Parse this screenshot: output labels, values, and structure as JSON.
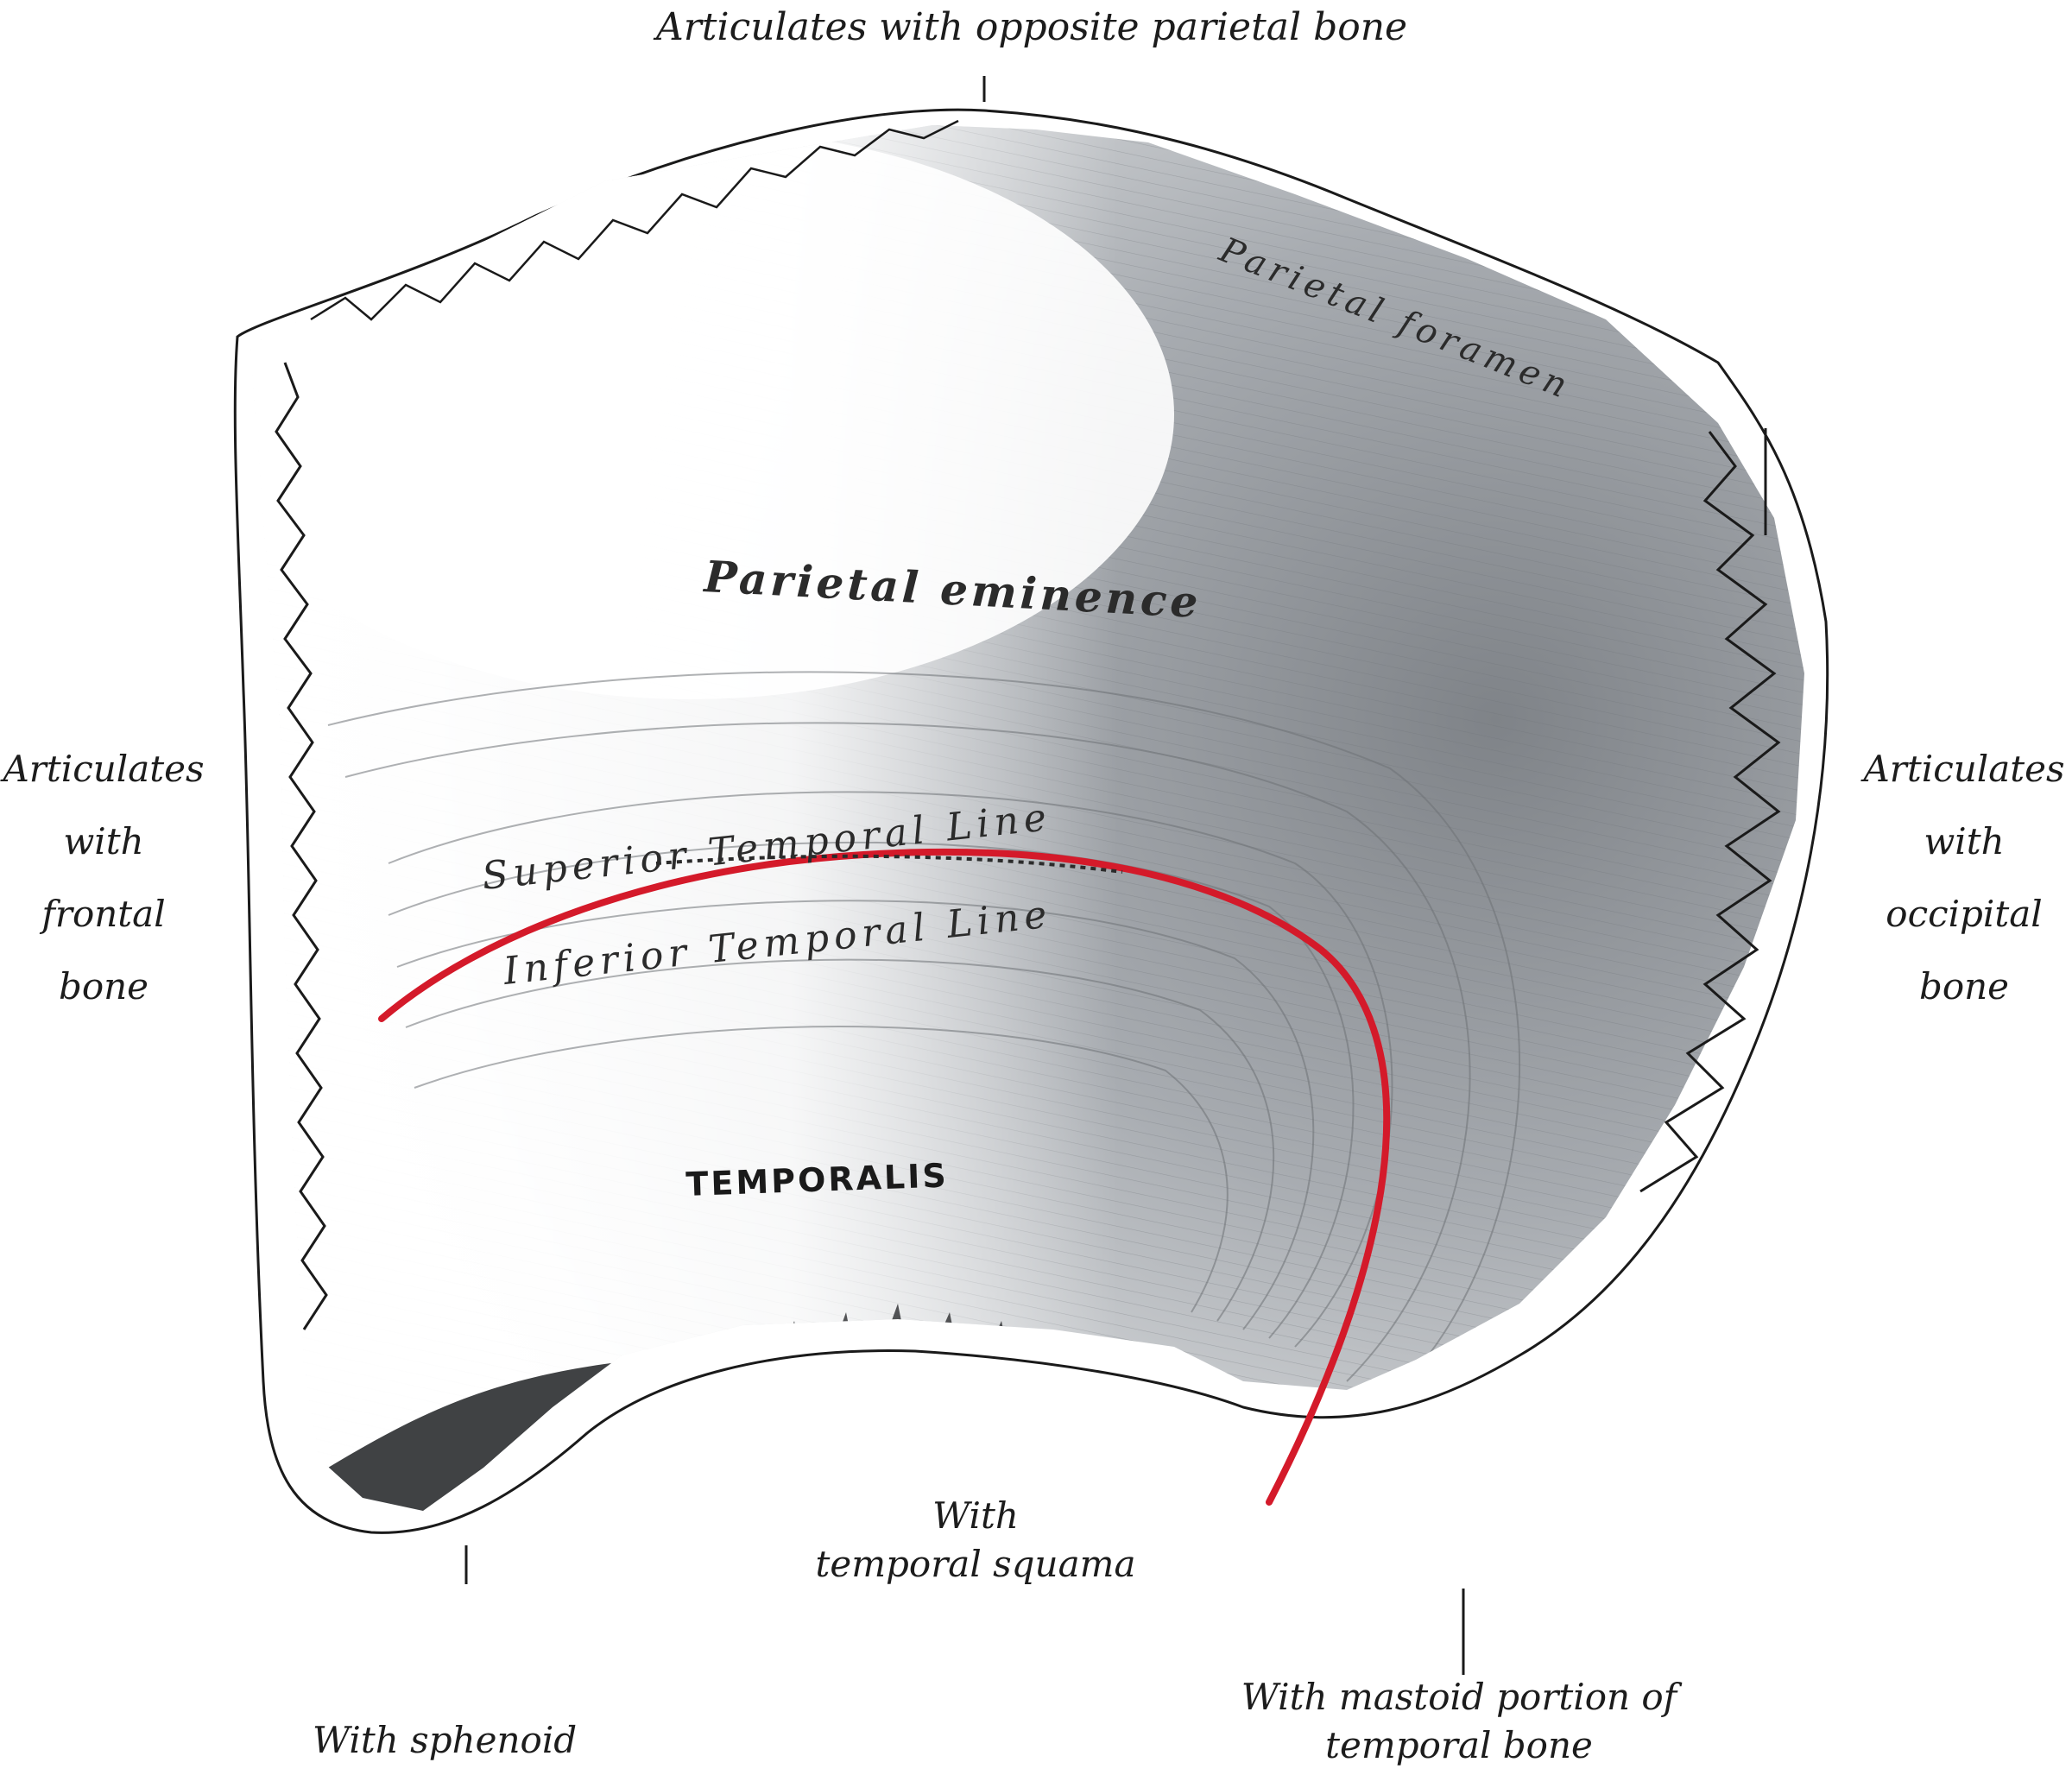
{
  "labels": {
    "top": "Articulates with opposite parietal bone",
    "left": [
      "Articulates",
      "with",
      "frontal",
      "bone"
    ],
    "right": [
      "Articulates",
      "with",
      "occipital",
      "bone"
    ],
    "bottom_center": [
      "With",
      "temporal squama"
    ],
    "bottom_left": "With sphenoid",
    "bottom_right": [
      "With mastoid portion of",
      "temporal bone"
    ]
  },
  "structures": {
    "parietal_foramen": "Parietal foramen",
    "parietal_eminence": "Parietal eminence",
    "superior_temporal_line": "Superior Temporal Line",
    "inferior_temporal_line": "Inferior Temporal Line",
    "temporalis": "TEMPORALIS"
  },
  "colors": {
    "highlight_line": "#d41a2a",
    "bone_shade": "#9a9ea3",
    "outline": "#1a1a1a"
  }
}
